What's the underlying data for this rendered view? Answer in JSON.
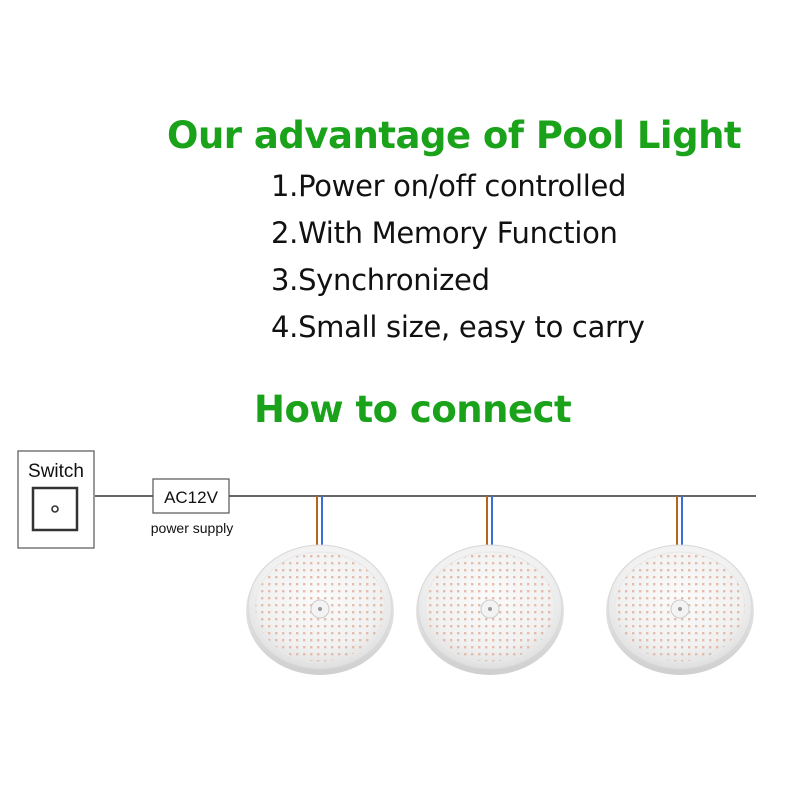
{
  "title": "Our advantage of Pool Light",
  "features": [
    "1.Power on/off controlled",
    "2.With Memory Function",
    "3.Synchronized",
    "4.Small size, easy to carry"
  ],
  "connect_heading": "How to connect",
  "diagram": {
    "switch_label": "Switch",
    "supply_label": "AC12V",
    "supply_caption": "power supply",
    "lights": [
      {
        "icon": "pool-light-icon"
      },
      {
        "icon": "pool-light-icon"
      },
      {
        "icon": "pool-light-icon"
      }
    ],
    "wire_colors": {
      "line": "#333333",
      "brown": "#b5651d",
      "blue": "#3a6fd8"
    }
  }
}
